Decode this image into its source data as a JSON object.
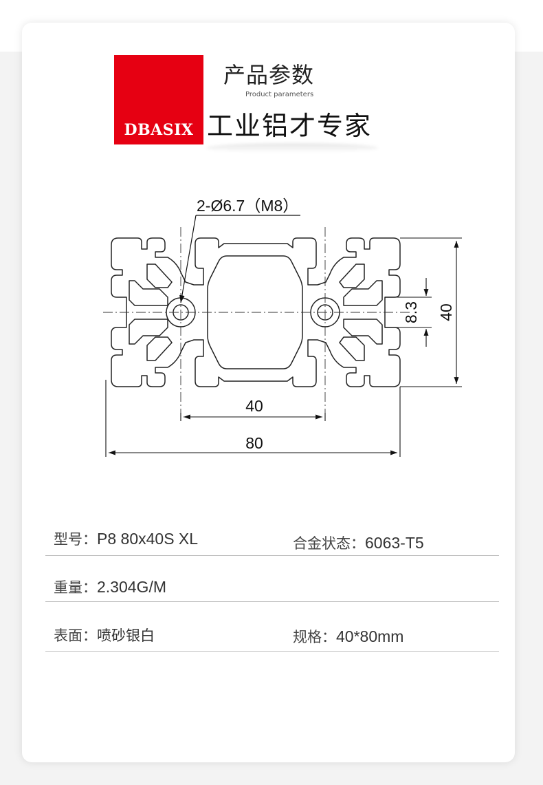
{
  "header": {
    "brand": "DBASIX",
    "title_cn": "产品参数",
    "title_en": "Product parameters",
    "slogan": "工业铝才专家",
    "brand_color": "#e60012"
  },
  "drawing": {
    "hole_callout": "2-Ø6.7（M8）",
    "dim_slot": "8.3",
    "dim_height": "40",
    "dim_center": "40",
    "dim_width": "80"
  },
  "specs": {
    "model": {
      "label": "型号：",
      "value": "P8 80x40S XL"
    },
    "alloy": {
      "label": "合金状态：",
      "value": "6063-T5"
    },
    "weight": {
      "label": "重量：",
      "value": "2.304G/M"
    },
    "surface": {
      "label": "表面：",
      "value": "喷砂银白"
    },
    "size": {
      "label": "规格：",
      "value": "40*80mm"
    }
  }
}
